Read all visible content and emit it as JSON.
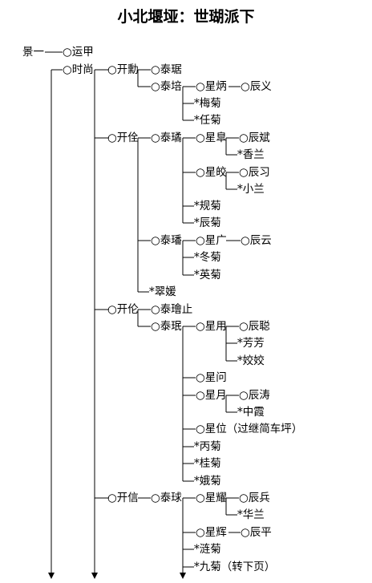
{
  "title": "小北堰垭：世瑚派下",
  "nodes": {
    "jing": "景一",
    "yunjia": "○运甲",
    "shishang": "○时尚",
    "kaixun": "○开勳",
    "taiju": "○泰琚",
    "taipei": "○泰培",
    "xingbing": "○星炳",
    "chenyi": "○辰义",
    "meiju": "*梅菊",
    "renju": "*任菊",
    "kaiquan": "○开佺",
    "taiqiong": "○泰璚",
    "xinggao": "○星臯",
    "chenbin": "○辰斌",
    "xianglan": "*香兰",
    "xingjiao": "○星皎",
    "chenxi": "○辰习",
    "xiaolan": "*小兰",
    "guiju": "*规菊",
    "chenju": "*辰菊",
    "taifan": "○泰璠",
    "xingguang": "○星广",
    "chenyun": "○辰云",
    "dongju": "*冬菊",
    "yingju": "*英菊",
    "cuiyuan": "*翠媛",
    "kailun": "○开伦",
    "taizeng": "○泰璯止",
    "taimin": "○泰珉",
    "xingyong": "○星用",
    "chencong": "○辰聪",
    "fangfang": "*芳芳",
    "jiaojiao": "*姣姣",
    "xingwen": "○星问",
    "xingyue": "○星月",
    "chentao": "○辰涛",
    "zhongxia": "*中霞",
    "xingwei": "○星位（过继简车坪）",
    "bingju": "*丙菊",
    "guiju2": "*桂菊",
    "eju": "*娥菊",
    "kaixin": "○开信",
    "taiqiu": "○泰球",
    "xingyao": "○星耀",
    "chenbing": "○辰兵",
    "hualan": "*华兰",
    "xinghui": "○星辉",
    "chenping": "○辰平",
    "lianju": "*涟菊",
    "jiuju": "*九菊（转下页）"
  }
}
